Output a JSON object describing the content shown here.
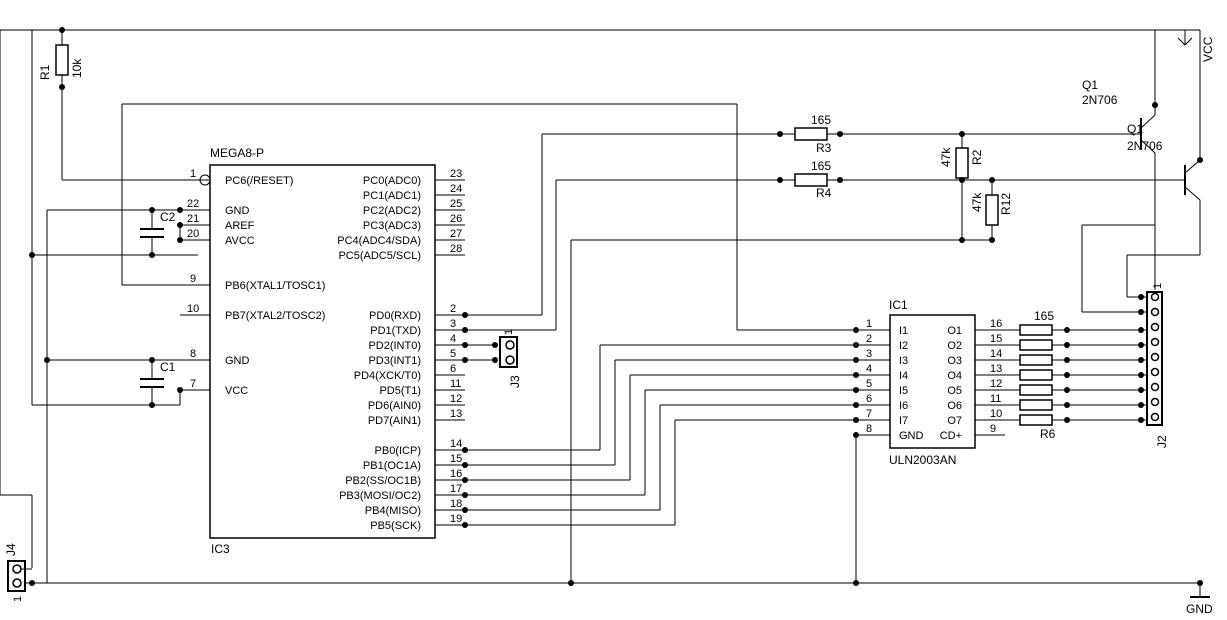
{
  "ic3": {
    "part": "MEGA8-P",
    "ref": "IC3",
    "left_pins": [
      {
        "num": "1",
        "name": "PC6(/RESET)"
      },
      {
        "num": "22",
        "name": "GND"
      },
      {
        "num": "21",
        "name": "AREF"
      },
      {
        "num": "20",
        "name": "AVCC"
      },
      {
        "num": "9",
        "name": "PB6(XTAL1/TOSC1)"
      },
      {
        "num": "10",
        "name": "PB7(XTAL2/TOSC2)"
      },
      {
        "num": "8",
        "name": "GND"
      },
      {
        "num": "7",
        "name": "VCC"
      }
    ],
    "right_pins": [
      {
        "num": "23",
        "name": "PC0(ADC0)"
      },
      {
        "num": "24",
        "name": "PC1(ADC1)"
      },
      {
        "num": "25",
        "name": "PC2(ADC2)"
      },
      {
        "num": "26",
        "name": "PC3(ADC3)"
      },
      {
        "num": "27",
        "name": "PC4(ADC4/SDA)"
      },
      {
        "num": "28",
        "name": "PC5(ADC5/SCL)"
      },
      {
        "num": "2",
        "name": "PD0(RXD)"
      },
      {
        "num": "3",
        "name": "PD1(TXD)"
      },
      {
        "num": "4",
        "name": "PD2(INT0)"
      },
      {
        "num": "5",
        "name": "PD3(INT1)"
      },
      {
        "num": "6",
        "name": "PD4(XCK/T0)"
      },
      {
        "num": "11",
        "name": "PD5(T1)"
      },
      {
        "num": "12",
        "name": "PD6(AIN0)"
      },
      {
        "num": "13",
        "name": "PD7(AIN1)"
      },
      {
        "num": "14",
        "name": "PB0(ICP)"
      },
      {
        "num": "15",
        "name": "PB1(OC1A)"
      },
      {
        "num": "16",
        "name": "PB2(SS/OC1B)"
      },
      {
        "num": "17",
        "name": "PB3(MOSI/OC2)"
      },
      {
        "num": "18",
        "name": "PB4(MISO)"
      },
      {
        "num": "19",
        "name": "PB5(SCK)"
      }
    ]
  },
  "ic1": {
    "ref": "IC1",
    "part": "ULN2003AN",
    "left_pins": [
      {
        "num": "1",
        "name": "I1"
      },
      {
        "num": "2",
        "name": "I2"
      },
      {
        "num": "3",
        "name": "I3"
      },
      {
        "num": "4",
        "name": "I4"
      },
      {
        "num": "5",
        "name": "I5"
      },
      {
        "num": "6",
        "name": "I6"
      },
      {
        "num": "7",
        "name": "I7"
      },
      {
        "num": "8",
        "name": "GND"
      }
    ],
    "right_pins": [
      {
        "num": "16",
        "name": "O1"
      },
      {
        "num": "15",
        "name": "O2"
      },
      {
        "num": "14",
        "name": "O3"
      },
      {
        "num": "13",
        "name": "O4"
      },
      {
        "num": "12",
        "name": "O5"
      },
      {
        "num": "11",
        "name": "O6"
      },
      {
        "num": "10",
        "name": "O7"
      },
      {
        "num": "9",
        "name": "CD+"
      }
    ]
  },
  "parts": {
    "r1_ref": "R1",
    "r1_val": "10k",
    "r2_ref": "R2",
    "r2_val": "47k",
    "r12_ref": "R12",
    "r12_val": "47k",
    "r3_ref": "R3",
    "r3_val": "165",
    "r4_ref": "R4",
    "r4_val": "165",
    "r5_val": "165",
    "r6_ref": "R6",
    "c1_ref": "C1",
    "c2_ref": "C2",
    "q1_ref": "Q1",
    "q1_val": "2N706",
    "q1b_label": "Q1",
    "q1b_val": "2N706",
    "j2_ref": "J2",
    "j3_ref": "J3",
    "j4_ref": "J4",
    "j3_pin1": "1",
    "j2_pin1": "1",
    "j4_pin1": "1"
  },
  "power": {
    "vcc": "VCC",
    "gnd": "GND"
  }
}
